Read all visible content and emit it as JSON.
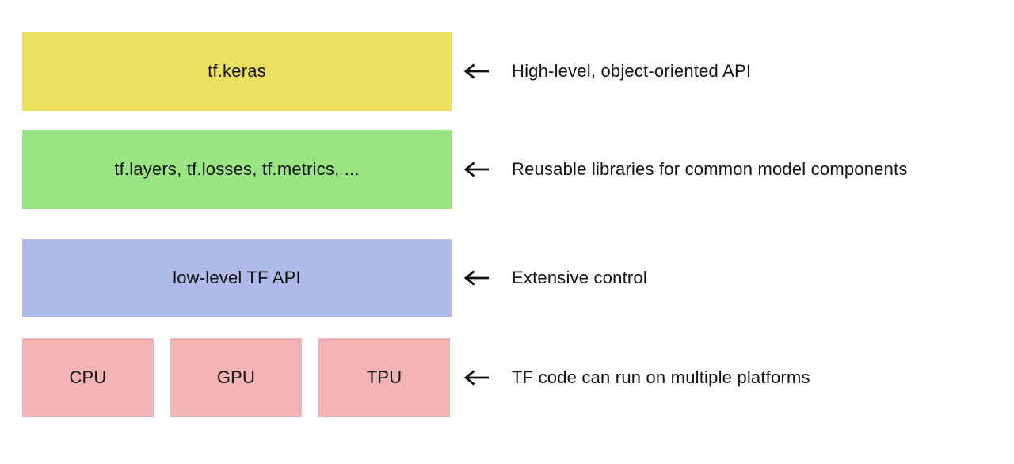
{
  "diagram": {
    "rows": [
      {
        "label": "tf.keras",
        "annotation": "High-level, object-oriented API",
        "color": "#EBE05F"
      },
      {
        "label": "tf.layers, tf.losses, tf.metrics, ...",
        "annotation": "Reusable libraries for common model components",
        "color": "#9AE583"
      },
      {
        "label": "low-level TF API",
        "annotation": "Extensive control",
        "color": "#AEBBE8"
      },
      {
        "platforms": [
          "CPU",
          "GPU",
          "TPU"
        ],
        "annotation": "TF code can run on multiple platforms",
        "color": "#F1B3B4"
      }
    ],
    "icons": {
      "row_pointer": "left-arrow"
    },
    "colors": {
      "text": "#111111",
      "background": "#FFFFFF",
      "yellow": "#EBE05F",
      "green": "#9AE583",
      "periwinkle": "#AEBBE8",
      "pink": "#F1B3B4"
    }
  }
}
